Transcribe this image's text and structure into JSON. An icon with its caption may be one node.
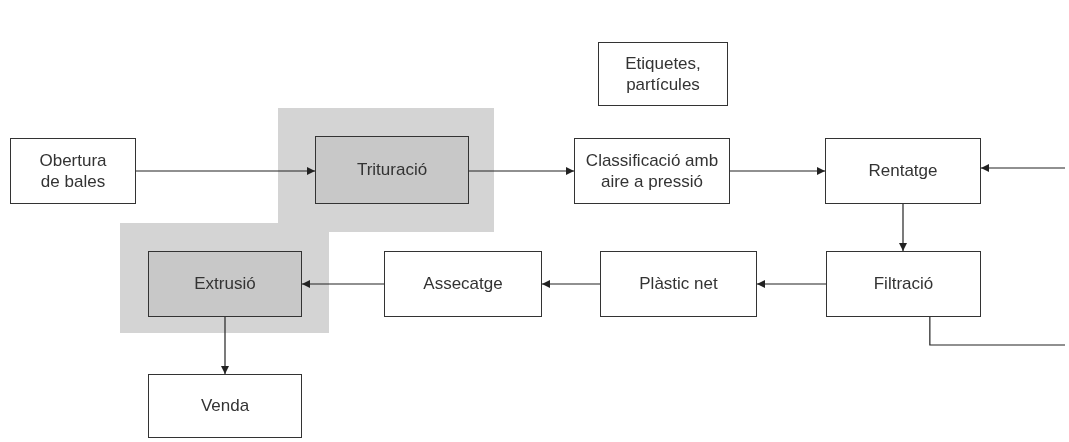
{
  "diagram": {
    "nodes": [
      {
        "text": [
          "Etiquetes, partícules"
        ]
      },
      {
        "text": [
          "Obertura de bales"
        ]
      },
      {
        "text": [],
        "shape": "box"
      },
      {
        "text": [
          "Trituració"
        ],
        "in": 2
      },
      {
        "text": [
          "Classificació amb aire a pressió"
        ]
      },
      {
        "text": [
          "Rentatge"
        ]
      },
      {
        "text": [],
        "shape": "box"
      },
      {
        "text": [
          "Extrusió"
        ],
        "in": 6
      },
      {
        "text": [
          "Assecatge"
        ]
      },
      {
        "text": [
          "Plàstic net"
        ]
      },
      {
        "text": [
          "Filtració"
        ]
      },
      {
        "text": [
          "Venda"
        ]
      }
    ],
    "edges": [
      {
        "from": 1,
        "to": 3,
        "arrow": "to"
      },
      {
        "from": 3,
        "to": 4,
        "arrow": "to"
      },
      {
        "from": 4,
        "to": 5,
        "arrow": "to"
      },
      {
        "from": null,
        "to": 5,
        "arrow": "to"
      },
      {
        "from": 5,
        "to": 10,
        "arrow": "to"
      },
      {
        "from": 10,
        "to": 9,
        "arrow": "to"
      },
      {
        "from": 9,
        "to": 8,
        "arrow": "to"
      },
      {
        "from": 8,
        "to": 7,
        "arrow": "to"
      },
      {
        "from": 7,
        "to": 11,
        "arrow": "to"
      },
      {
        "from": 10,
        "to": null,
        "arrow": "none"
      }
    ]
  }
}
